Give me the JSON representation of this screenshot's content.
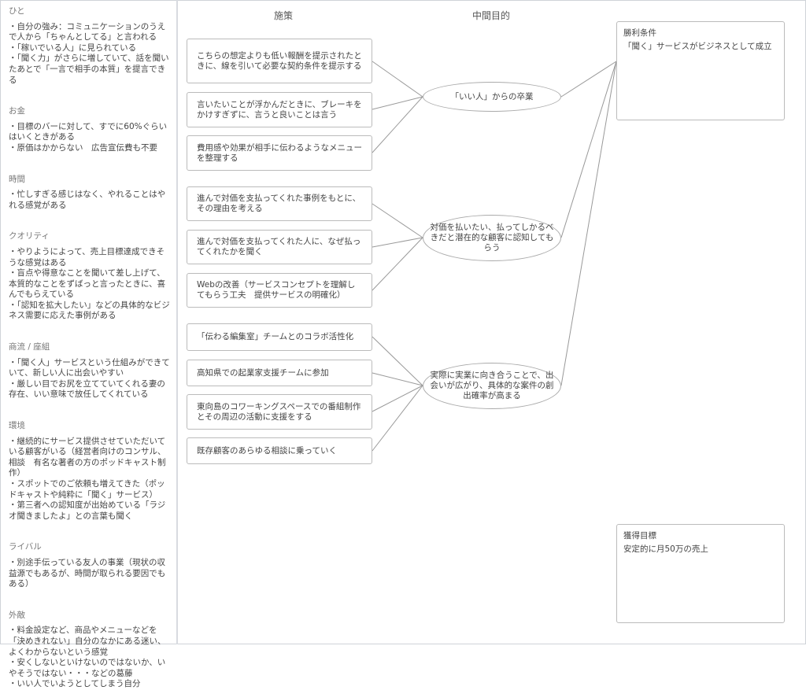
{
  "left_panel": {
    "sections": [
      {
        "title": "ひと",
        "lines": [
          "・自分の強み：コミュニケーションのうえで人から「ちゃんとしてる」と言われる",
          "・「稼いでいる人」に見られている",
          "・「聞く力」がさらに増していて、話を聞いたあとで「一言で相手の本質」を提言できる"
        ]
      },
      {
        "title": "お金",
        "lines": [
          "・目標のバーに対して、すでに60%ぐらいはいくときがある",
          "・原価はかからない　広告宣伝費も不要"
        ]
      },
      {
        "title": "時間",
        "lines": [
          "・忙しすぎる感じはなく、やれることはやれる感覚がある"
        ]
      },
      {
        "title": "クオリティ",
        "lines": [
          "・やりようによって、売上目標達成できそうな感覚はある",
          "・盲点や得意なことを聞いて差し上げて、本質的なことをずばっと言ったときに、喜んでもらえている",
          "・「認知を拡大したい」などの具体的なビジネス需要に応えた事例がある"
        ]
      },
      {
        "title": "商流 / 座組",
        "lines": [
          "・「聞く人」サービスという仕組みができていて、新しい人に出会いやすい",
          "・厳しい目でお尻を立てていてくれる妻の存在、いい意味で放任してくれている"
        ]
      },
      {
        "title": "環境",
        "lines": [
          "・継続的にサービス提供させていただいている顧客がいる（経営者向けのコンサル、相談　有名な著者の方のポッドキャスト制作）",
          "・スポットでのご依頼も増えてきた（ポッドキャストや純粋に「聞く」サービス）",
          "・第三者への認知度が出始めている「ラジオ聞きましたよ」との言葉も聞く"
        ]
      },
      {
        "title": "ライバル",
        "lines": [
          "・別途手伝っている友人の事業（現状の収益源でもあるが、時間が取られる要因でもある）"
        ]
      },
      {
        "title": "外敵",
        "lines": [
          "・料金設定など、商品やメニューなどを「決めきれない」自分のなかにある迷い、よくわからないという感覚",
          "・安くしないといけないのではないか、いやそうではない・・・などの葛藤",
          "・いい人でいようとしてしまう自分"
        ]
      }
    ]
  },
  "headers": {
    "measures": "施策",
    "intermediate": "中間目的"
  },
  "measures": [
    "こちらの想定よりも低い報酬を提示されたときに、線を引いて必要な契約条件を提示する",
    "言いたいことが浮かんだときに、ブレーキをかけすぎずに、言うと良いことは言う",
    "費用感や効果が相手に伝わるようなメニューを整理する",
    "進んで対価を支払ってくれた事例をもとに、その理由を考える",
    "進んで対価を支払ってくれた人に、なぜ払ってくれたかを聞く",
    "Webの改善（サービスコンセプトを理解してもらう工夫　提供サービスの明確化）",
    "「伝わる編集室」チームとのコラボ活性化",
    "高知県での起業家支援チームに参加",
    "東向島のコワーキングスペースでの番組制作とその周辺の活動に支援をする",
    "既存顧客のあらゆる相談に乗っていく"
  ],
  "goals": [
    "「いい人」からの卒業",
    "対価を払いたい、払ってしかるべきだと潜在的な顧客に認知してもらう",
    "実際に実業に向き合うことで、出会いが広がり、具体的な案件の創出確率が高まる"
  ],
  "win_condition": {
    "title": "勝利条件",
    "text": "「聞く」サービスがビジネスとして成立"
  },
  "target": {
    "title": "獲得目標",
    "text": "安定的に月50万の売上"
  }
}
